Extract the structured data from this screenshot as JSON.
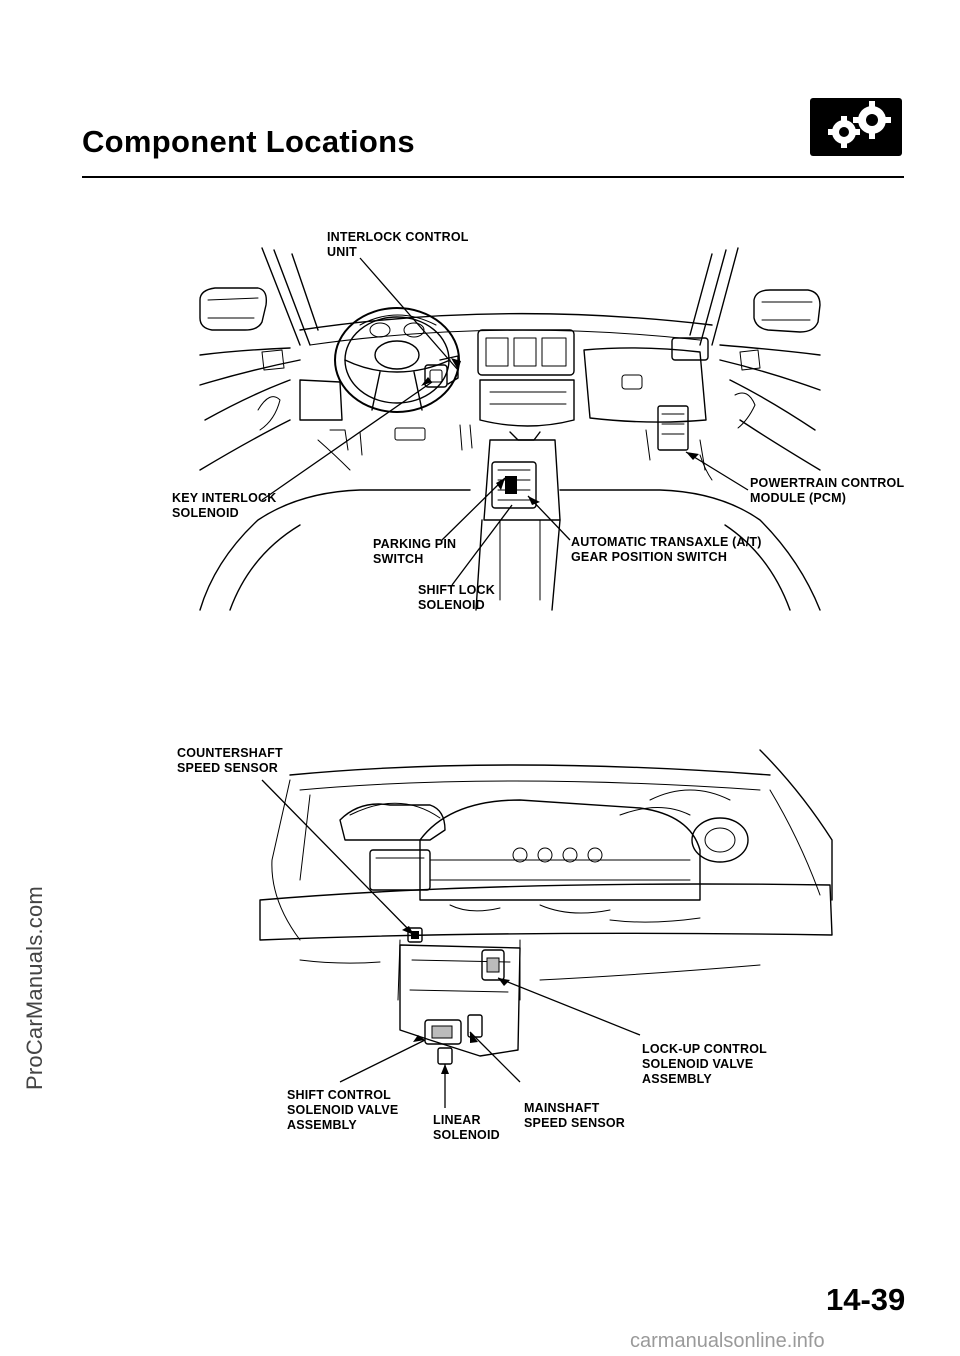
{
  "header": {
    "title": "Component Locations",
    "section_icon": "transmission-gears-icon"
  },
  "interior_view": {
    "labels": {
      "interlock_control_unit": [
        "INTERLOCK CONTROL",
        "UNIT"
      ],
      "key_interlock_solenoid": [
        "KEY INTERLOCK",
        "SOLENOID"
      ],
      "powertrain_control_module": [
        "POWERTRAIN CONTROL",
        "MODULE (PCM)"
      ],
      "parking_pin_switch": [
        "PARKING PIN",
        "SWITCH"
      ],
      "automatic_transaxle_switch": [
        "AUTOMATIC TRANSAXLE (A/T)",
        "GEAR POSITION SWITCH"
      ],
      "shift_lock_solenoid": [
        "SHIFT LOCK",
        "SOLENOID"
      ]
    }
  },
  "engine_view": {
    "labels": {
      "countershaft_speed_sensor": [
        "COUNTERSHAFT",
        "SPEED SENSOR"
      ],
      "lockup_control_solenoid": [
        "LOCK-UP CONTROL",
        "SOLENOID VALVE",
        "ASSEMBLY"
      ],
      "shift_control_solenoid": [
        "SHIFT CONTROL",
        "SOLENOID VALVE",
        "ASSEMBLY"
      ],
      "mainshaft_speed_sensor": [
        "MAINSHAFT",
        "SPEED SENSOR"
      ],
      "linear_solenoid": [
        "LINEAR",
        "SOLENOID"
      ]
    }
  },
  "footer": {
    "page_number": "14-39",
    "side_watermark": "ProCarManuals.com",
    "bottom_watermark": "carmanualsonline.info"
  }
}
